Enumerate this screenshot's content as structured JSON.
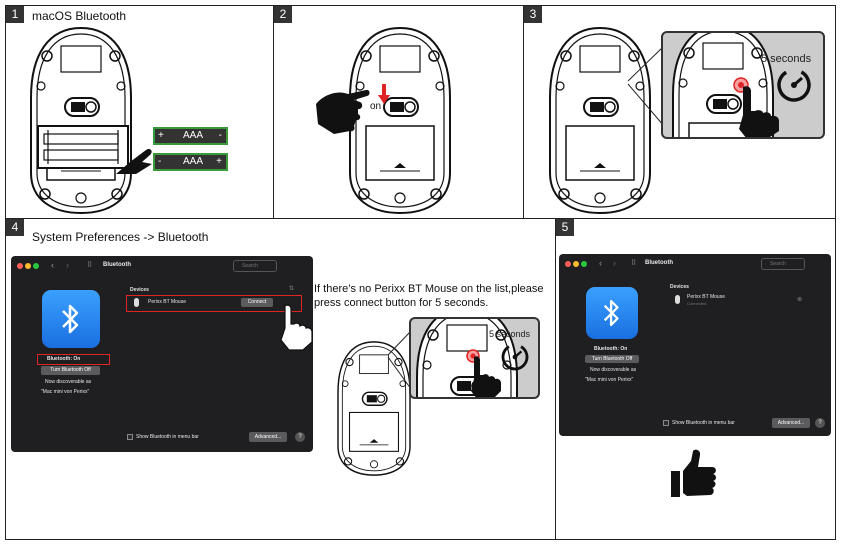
{
  "step1": {
    "number": "1",
    "title": "macOS Bluetooth",
    "battery_label": "AAA",
    "plus": "+",
    "minus": "-"
  },
  "step2": {
    "number": "2",
    "switch_label": "on"
  },
  "step3": {
    "number": "3",
    "timer_label": "5 seconds"
  },
  "step4": {
    "number": "4",
    "title": "System Preferences -> Bluetooth",
    "window_title": "Bluetooth",
    "search_placeholder": "Search",
    "devices_header": "Devices",
    "device_name": "Perixx BT Mouse",
    "connect_label": "Connect",
    "status": "Bluetooth: On",
    "turn_off_label": "Turn Bluetooth Off",
    "discoverable_line1": "Now discoverable as",
    "discoverable_line2": "\"Mac mini von Perixx\"",
    "show_in_menu_bar": "Show Bluetooth in menu bar",
    "advanced_label": "Advanced...",
    "help_label": "?",
    "note": "If there’s no Perixx BT Mouse on the list,please press connect button for 5 seconds.",
    "timer_label": "5 seconds"
  },
  "step5": {
    "number": "5",
    "window_title": "Bluetooth",
    "search_placeholder": "Search",
    "devices_header": "Devices",
    "device_name": "Perixx BT Mouse",
    "device_status": "Connected",
    "status": "Bluetooth: On",
    "turn_off_label": "Turn Bluetooth Off",
    "discoverable_line1": "Now discoverable as",
    "discoverable_line2": "\"Mac mini von Perixx\"",
    "show_in_menu_bar": "Show Bluetooth in menu bar",
    "advanced_label": "Advanced...",
    "help_label": "?"
  },
  "colors": {
    "accent_red": "#e02424",
    "battery_green": "#3a9a3a",
    "bluetooth_blue": "#2a86f0",
    "window_dark": "#1f1f21"
  }
}
